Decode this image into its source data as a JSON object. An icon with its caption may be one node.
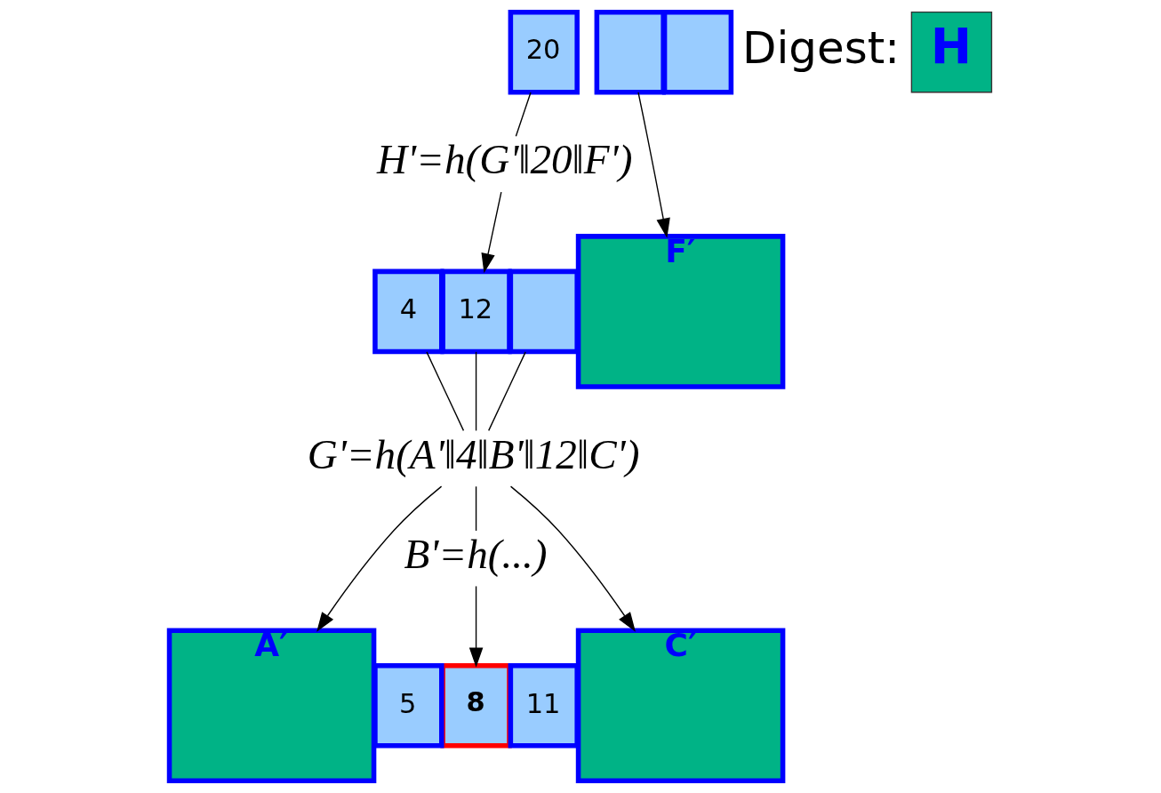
{
  "diagram": {
    "nodes": [
      {
        "text": [
          "20"
        ]
      },
      {
        "text": [],
        "shape": "box"
      },
      {
        "text": [],
        "shape": "box"
      },
      {
        "text": [
          "H'=h(G'‖20‖F')"
        ]
      },
      {
        "text": [
          "F′"
        ]
      },
      {
        "text": [
          "4"
        ]
      },
      {
        "text": [
          "12"
        ]
      },
      {
        "text": [],
        "shape": "box"
      },
      {
        "text": [
          "G'=h(A'‖4‖B'‖12‖C')"
        ]
      },
      {
        "text": [
          "B'=h(...)"
        ]
      },
      {
        "text": [
          "A′"
        ]
      },
      {
        "text": [
          "5"
        ]
      },
      {
        "text": [
          "8"
        ]
      },
      {
        "text": [
          "11"
        ]
      },
      {
        "text": [
          "C′"
        ]
      },
      {
        "text": [
          "H"
        ],
        "beside": [
          "Digest:"
        ]
      }
    ],
    "edges": [
      {
        "from": 0,
        "to": 3,
        "arrow": "none"
      },
      {
        "from": 1,
        "to": 4,
        "arrow": "to"
      },
      {
        "from": 3,
        "to": 6,
        "arrow": "to"
      },
      {
        "from": 5,
        "to": 8,
        "arrow": "none"
      },
      {
        "from": 6,
        "to": 8,
        "arrow": "none"
      },
      {
        "from": 7,
        "to": 8,
        "arrow": "none"
      },
      {
        "from": 8,
        "to": 10,
        "arrow": "to"
      },
      {
        "from": 8,
        "to": 9,
        "arrow": "none"
      },
      {
        "from": 8,
        "to": 14,
        "arrow": "to"
      },
      {
        "from": 9,
        "to": 12,
        "arrow": "to"
      }
    ]
  }
}
